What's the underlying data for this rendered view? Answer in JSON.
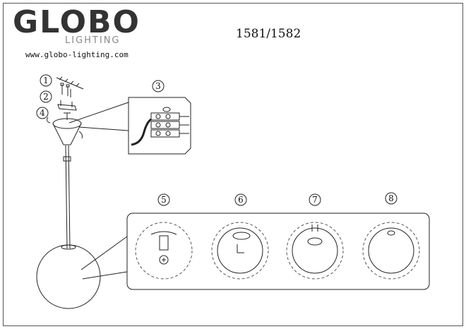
{
  "header": {
    "brand": "GLOBO",
    "brand_sub": "LIGHTING",
    "website": "www.globo-lighting.com",
    "model_number": "1581/1582"
  },
  "steps": {
    "s1": "1",
    "s2": "2",
    "s3": "3",
    "s4": "4",
    "s5": "5",
    "s6": "6",
    "s7": "7",
    "s8": "8"
  },
  "colors": {
    "line": "#222222",
    "frame": "#555555",
    "dash": "#666666"
  }
}
